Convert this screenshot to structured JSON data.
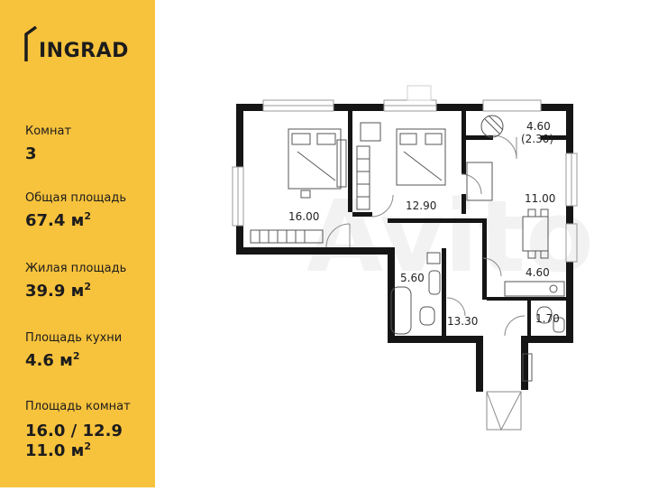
{
  "brand": {
    "logo_text": "INGRAD",
    "logo_icon": "ingrad-house-icon",
    "accent_color": "#f7c23c"
  },
  "stats": [
    {
      "label": "Комнат",
      "value": "3",
      "unit": ""
    },
    {
      "label": "Общая площадь",
      "value": "67.4 м",
      "unit": "2"
    },
    {
      "label": "Жилая площадь",
      "value": "39.9 м",
      "unit": "2"
    },
    {
      "label": "Площадь кухни",
      "value": "4.6 м",
      "unit": "2"
    },
    {
      "label": "Площадь комнат",
      "value": "16.0 / 12.9",
      "value2": "11.0 м",
      "unit": "2"
    }
  ],
  "rooms": {
    "living_1": "16.00",
    "bedroom_2": "12.90",
    "balcony": "4.60",
    "balcony_sub": "(2.30)",
    "kitchen_living": "11.00",
    "kitchen": "4.60",
    "bathroom": "5.60",
    "hallway": "13.30",
    "wc": "1.70"
  },
  "watermark": "Avito"
}
